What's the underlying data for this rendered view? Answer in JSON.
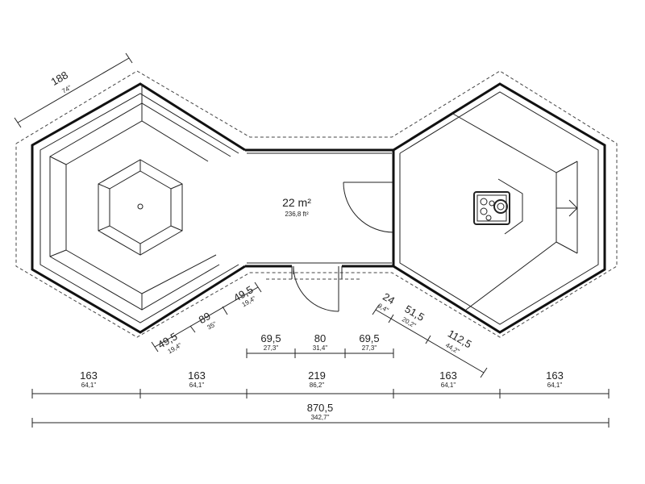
{
  "room": {
    "area_m2": "22 m²",
    "area_ft2": "236,8 ft²"
  },
  "dims": {
    "hex_side": {
      "cm": "188",
      "in": "74\""
    },
    "left_a": {
      "cm": "49,5",
      "in": "19,4\""
    },
    "left_b": {
      "cm": "89",
      "in": "35\""
    },
    "left_c": {
      "cm": "49,5",
      "in": "19,4\""
    },
    "door_a": {
      "cm": "69,5",
      "in": "27,3\""
    },
    "door_b": {
      "cm": "80",
      "in": "31,4\""
    },
    "door_c": {
      "cm": "69,5",
      "in": "27,3\""
    },
    "right_a": {
      "cm": "24",
      "in": "9,4\""
    },
    "right_b": {
      "cm": "51,5",
      "in": "20,2\""
    },
    "right_c": {
      "cm": "112,5",
      "in": "44,2\""
    },
    "seg1": {
      "cm": "163",
      "in": "64,1\""
    },
    "seg2": {
      "cm": "163",
      "in": "64,1\""
    },
    "seg3": {
      "cm": "219",
      "in": "86,2\""
    },
    "seg4": {
      "cm": "163",
      "in": "64,1\""
    },
    "seg5": {
      "cm": "163",
      "in": "64,1\""
    },
    "total": {
      "cm": "870,5",
      "in": "342,7\""
    }
  },
  "icons": [
    "sauna-stove-icon",
    "door-swing-icon",
    "arrow-right-icon"
  ]
}
